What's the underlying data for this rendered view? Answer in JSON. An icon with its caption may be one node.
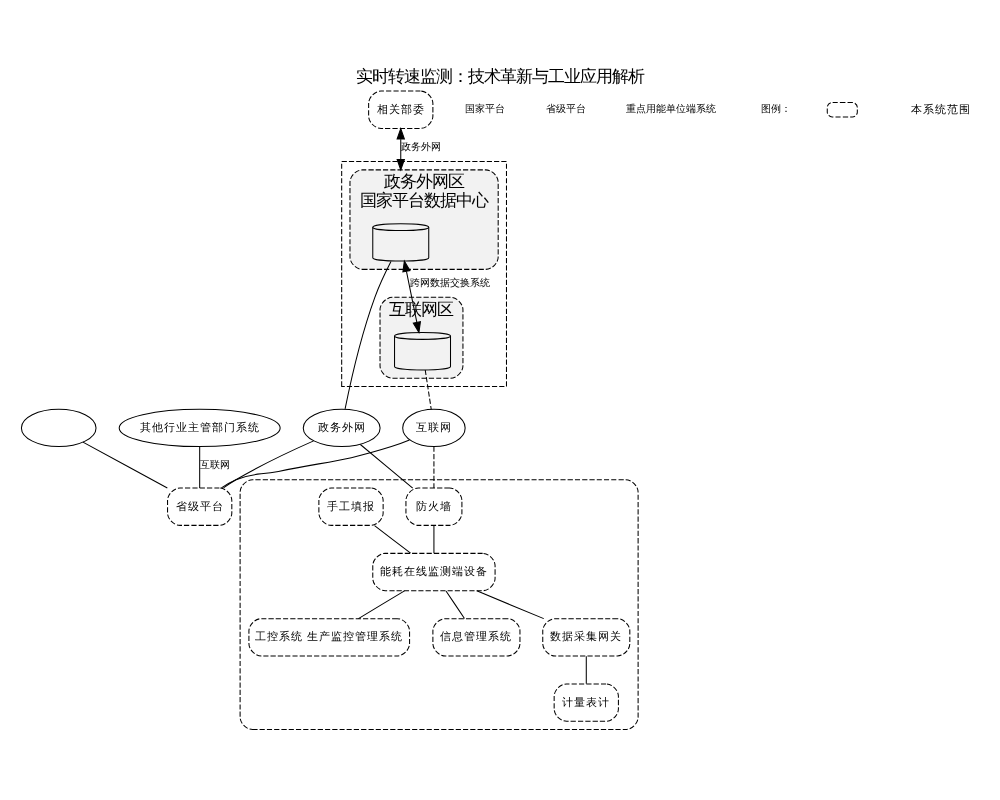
{
  "diagram": {
    "title": "实时转速监测：技术革新与工业应用解析",
    "nodes": [
      {
        "text": [
          "相关部委"
        ]
      },
      {
        "text": [],
        "shape": "box"
      },
      {
        "text": [
          "政务外网区",
          "国家平台数据中心"
        ],
        "in": 1
      },
      {
        "text": [],
        "shape": "cylinder",
        "in": 2
      },
      {
        "text": [
          "互联网区"
        ],
        "in": 1
      },
      {
        "text": [],
        "shape": "cylinder",
        "in": 4
      },
      {
        "text": [
          "政务外网"
        ]
      },
      {
        "text": [],
        "shape": "cloud"
      },
      {
        "text": [
          "省级平台"
        ]
      },
      {
        "text": [
          "其他行业主管部门系统"
        ]
      },
      {
        "text": [
          "互联网"
        ]
      },
      {
        "text": [],
        "shape": "box"
      },
      {
        "text": [
          "防火墙"
        ],
        "in": 11
      },
      {
        "text": [
          "能耗在线监测端设备"
        ],
        "in": 11
      },
      {
        "text": [
          "手工填报"
        ],
        "in": 11
      },
      {
        "text": [
          "工控系统 生产监控管理系统"
        ],
        "in": 11
      },
      {
        "text": [
          "信息管理系统"
        ],
        "in": 11
      },
      {
        "text": [
          "数据采集网关"
        ],
        "in": 11
      },
      {
        "text": [
          "计量表计"
        ],
        "in": 11
      }
    ],
    "edges": [
      {
        "from": 0,
        "to": 2,
        "arrow": "both",
        "label": "政务外网"
      },
      {
        "from": 3,
        "to": 5,
        "arrow": "both",
        "label": "跨网数据交换系统"
      },
      {
        "from": 3,
        "to": 6,
        "arrow": "none"
      },
      {
        "from": 5,
        "to": 10,
        "arrow": "none",
        "style": "dashed"
      },
      {
        "from": 7,
        "to": 8,
        "arrow": "none"
      },
      {
        "from": 6,
        "to": 8,
        "arrow": "none"
      },
      {
        "from": 9,
        "to": 8,
        "arrow": "none",
        "label": "互联网"
      },
      {
        "from": 10,
        "to": 8,
        "arrow": "none"
      },
      {
        "from": 6,
        "to": 12,
        "arrow": "none"
      },
      {
        "from": 10,
        "to": 12,
        "arrow": "none",
        "style": "dashed"
      },
      {
        "from": 12,
        "to": 13,
        "arrow": "none"
      },
      {
        "from": 14,
        "to": 13,
        "arrow": "none"
      },
      {
        "from": 13,
        "to": 15,
        "arrow": "none"
      },
      {
        "from": 13,
        "to": 16,
        "arrow": "none"
      },
      {
        "from": 13,
        "to": 17,
        "arrow": "none"
      },
      {
        "from": 17,
        "to": 18,
        "arrow": "none"
      }
    ],
    "labels": [
      "国家平台",
      "省级平台",
      "重点用能单位端系统",
      "图例："
    ],
    "legend": [
      {
        "text": "本系统范围"
      }
    ]
  }
}
